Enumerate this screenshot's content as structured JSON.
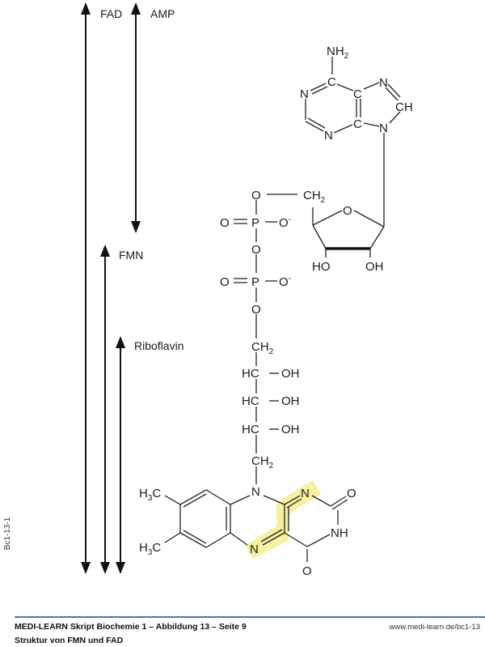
{
  "labels": {
    "fad": "FAD",
    "amp": "AMP",
    "fmn": "FMN",
    "riboflavin": "Riboflavin"
  },
  "atoms": {
    "N": "N",
    "C": "C",
    "O": "O",
    "P": "P",
    "CH": "CH",
    "HC": "HC",
    "OH": "OH",
    "HO": "HO",
    "NH": "NH",
    "NH2": "NH",
    "H3C": "H",
    "C3": "C",
    "sub2": "2",
    "sub3": "3",
    "minus": "-"
  },
  "highlight_color": "#f7f0a0",
  "footer": {
    "title": "MEDI-LEARN Skript Biochemie 1 – Abbildung 13 – Seite 9",
    "subtitle": "Struktur von FMN und FAD",
    "url": "www.medi-learn.de/bc1-13",
    "code": "Bc1-13-1"
  },
  "accent": "#3d7cc0"
}
